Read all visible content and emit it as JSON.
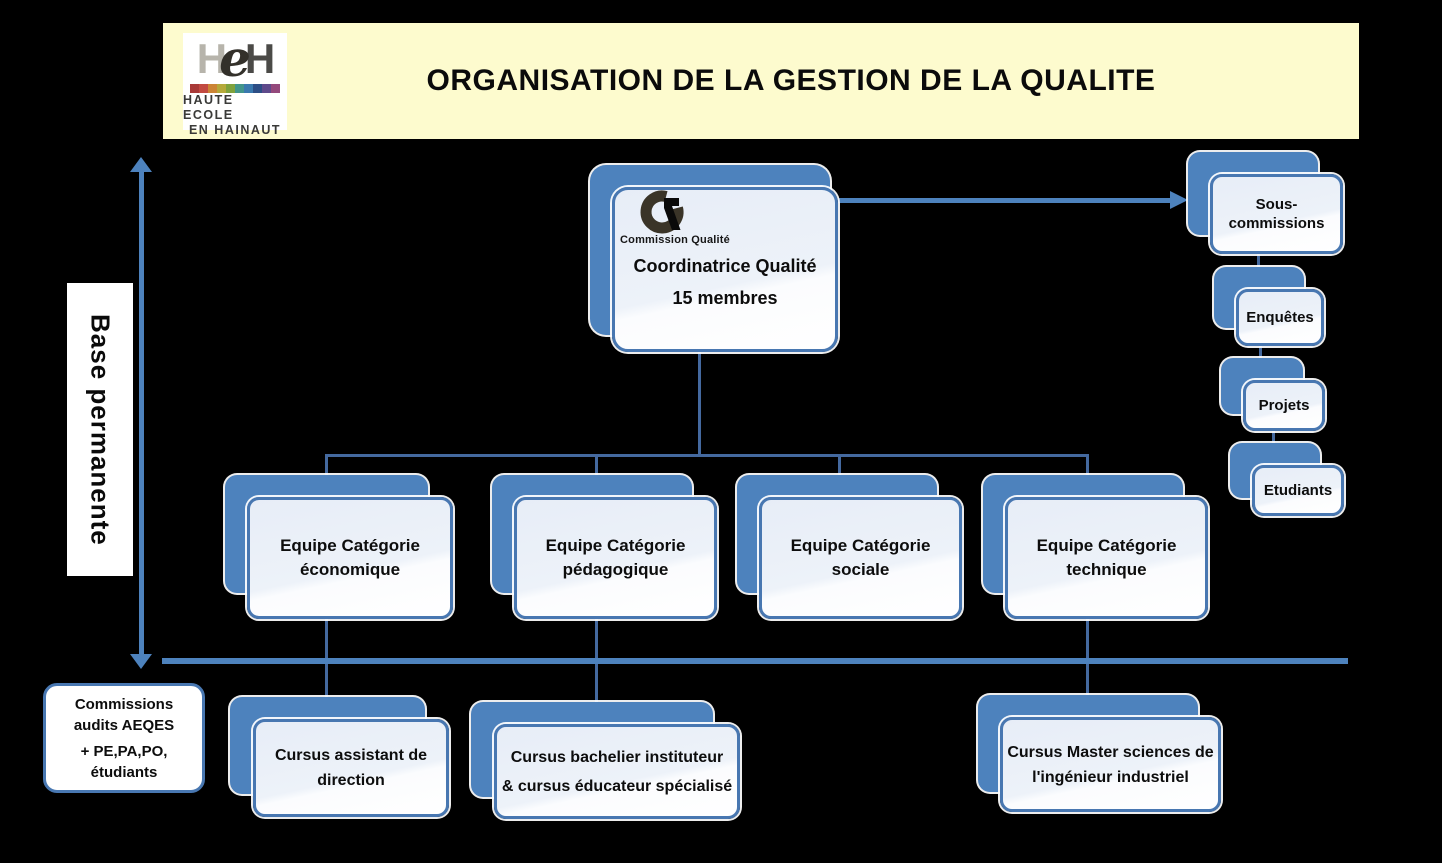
{
  "header": {
    "title": "ORGANISATION DE LA GESTION DE LA QUALITE",
    "logo": {
      "acronym_left": "H",
      "acronym_mid": "e",
      "acronym_right": "H",
      "line1": "HAUTE ECOLE",
      "line2": "EN HAINAUT",
      "stripe_colors": [
        "#a93a38",
        "#c24a41",
        "#cc8435",
        "#b5a93a",
        "#7fa23c",
        "#42958b",
        "#3a79ae",
        "#2d4e85",
        "#5f4a8b",
        "#94497c"
      ]
    }
  },
  "axis_label": "Base permanente",
  "commission": {
    "icon_caption": "Commission Qualité",
    "line1": "Coordinatrice Qualité",
    "line2": "15 membres"
  },
  "cascade": [
    {
      "line1": "Sous-",
      "line2": "commissions"
    },
    {
      "label": "Enquêtes"
    },
    {
      "label": "Projets"
    },
    {
      "label": "Etudiants"
    }
  ],
  "teams": [
    {
      "line1": "Equipe Catégorie",
      "line2": "économique"
    },
    {
      "line1": "Equipe Catégorie",
      "line2": "pédagogique"
    },
    {
      "line1": "Equipe Catégorie",
      "line2": "sociale"
    },
    {
      "line1": "Equipe Catégorie",
      "line2": "technique"
    }
  ],
  "cursus": [
    {
      "line1": "Cursus assistant de",
      "line2": "direction"
    },
    {
      "line1": "Cursus bachelier instituteur",
      "line2": "& cursus éducateur spécialisé"
    },
    {
      "line1": "Cursus Master sciences de",
      "line2": "l'ingénieur industriel"
    }
  ],
  "aeqes": {
    "line1": "Commissions",
    "line2": "audits AEQES",
    "line3": "+ PE,PA,PO,",
    "line4": "étudiants"
  },
  "colors": {
    "background": "#000000",
    "banner": "#fdfbce",
    "accent_blue": "#4d82bd",
    "connector_blue": "#44699f",
    "box_fill": "#edf2f9"
  }
}
